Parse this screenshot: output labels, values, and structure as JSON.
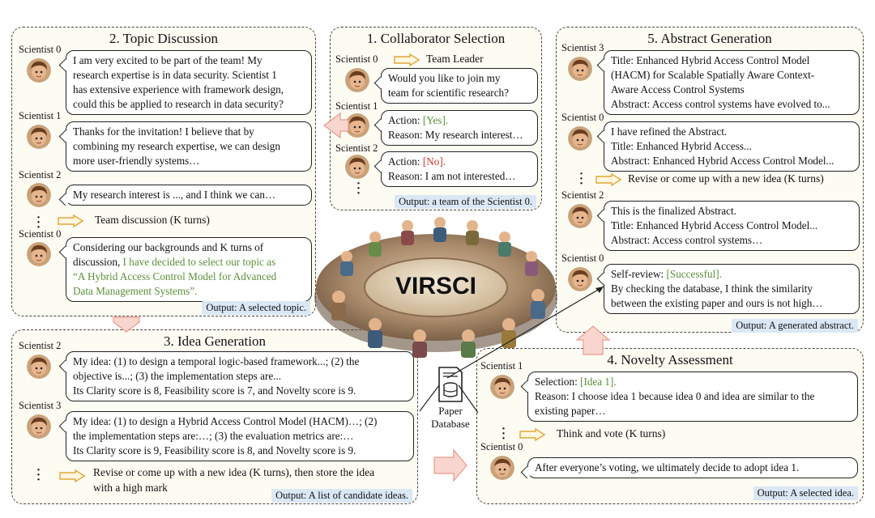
{
  "colors": {
    "panel_bg": "#fdfcf3",
    "highlight_green": "#5c8f3a",
    "highlight_red": "#c0392b",
    "output_bg": "#dbe7f5",
    "flow_arrow": "#f5b8b0",
    "small_arrow": "#e0a63a"
  },
  "p1": {
    "title": "1. Collaborator Selection",
    "s0": "Scientist 0",
    "leader": "Team Leader",
    "q": [
      "Would you like to join my",
      "team for scientific research?"
    ],
    "s1": "Scientist 1",
    "a1_pre": "Action: ",
    "a1_val": "[Yes].",
    "a1_reason": "Reason: My research interest…",
    "s2": "Scientist 2",
    "a2_pre": "Action: ",
    "a2_val": "[No].",
    "a2_reason": "Reason: I am not interested…",
    "output": "Output: a team of the Scientist 0."
  },
  "p2": {
    "title": "2. Topic Discussion",
    "s0": "Scientist 0",
    "b1": [
      "I am very excited to be part of the team! My",
      "research expertise is in data security. Scientist 1",
      "has extensive experience with framework design,",
      "could this be applied to research in data security?"
    ],
    "s1": "Scientist 1",
    "b2": [
      "Thanks for the invitation! I believe that by",
      "combining my research expertise, we can design",
      "more user-friendly systems…"
    ],
    "s2": "Scientist 2",
    "b3": "My research interest is ..., and I think we can…",
    "loop": "Team discussion (K turns)",
    "s0b": "Scientist 0",
    "b4_black": [
      "Considering our backgrounds and K turns of",
      "discussion, "
    ],
    "b4_green": [
      "I have decided to select our topic as",
      "“A Hybrid Access Control Model for Advanced",
      "Data Management Systems”."
    ],
    "output": "Output: A selected topic."
  },
  "p3": {
    "title": "3. Idea Generation",
    "s2": "Scientist 2",
    "b1": [
      "My idea: (1) to design a temporal logic-based framework...; (2) the",
      "objective is...; (3) the implementation steps are...",
      "Its Clarity score is 8, Feasibility score is 7, and Novelty score is 9."
    ],
    "s3": "Scientist 3",
    "b2": [
      "My idea: (1) to design a Hybrid Access Control Model (HACM)…; (2)",
      "the implementation steps are:…; (3) the evaluation metrics are:…",
      "Its Clarity score is 9, Feasibility score is 8, and Novelty score is 9."
    ],
    "loop": [
      "Revise or come up with a new idea (K turns), then store the idea",
      "with a high mark"
    ],
    "output": "Output: A list of candidate ideas."
  },
  "p4": {
    "title": "4. Novelty Assessment",
    "s1": "Scientist 1",
    "sel_pre": "Selection: ",
    "sel_val": "[Idea 1].",
    "reason": [
      "Reason: I choose idea 1 because idea 0 and idea are similar to the",
      "existing paper…"
    ],
    "loop": "Think and vote (K turns)",
    "s0": "Scientist 0",
    "final": "After everyone’s voting, we ultimately decide to adopt idea 1.",
    "output": "Output: A selected idea."
  },
  "p5": {
    "title": "5. Abstract Generation",
    "s3": "Scientist 3",
    "b1": [
      "Title: Enhanced Hybrid Access Control Model",
      "(HACM) for Scalable Spatially Aware Context-",
      "Aware Access Control Systems",
      "Abstract: Access control systems have evolved to..."
    ],
    "s0": "Scientist 0",
    "b2": [
      "I have refined the Abstract.",
      "Title: Enhanced Hybrid Access...",
      "Abstract: Enhanced Hybrid Access Control Model..."
    ],
    "loop": "Revise or come up with a new idea (K turns)",
    "s2": "Scientist 2",
    "b3": [
      "This is the finalized Abstract.",
      "Title: Enhanced Hybrid Access Control Model...",
      "Abstract: Access control systems…"
    ],
    "s0b": "Scientist 0",
    "rev_pre": "Self-review: ",
    "rev_val": "[Successful].",
    "rev": [
      "By checking the database, I think the similarity",
      "between the existing paper and ours is not high…"
    ],
    "output": "Output: A generated abstract."
  },
  "center": {
    "logo": "VIRSCI",
    "db": [
      "Paper",
      "Database"
    ]
  }
}
